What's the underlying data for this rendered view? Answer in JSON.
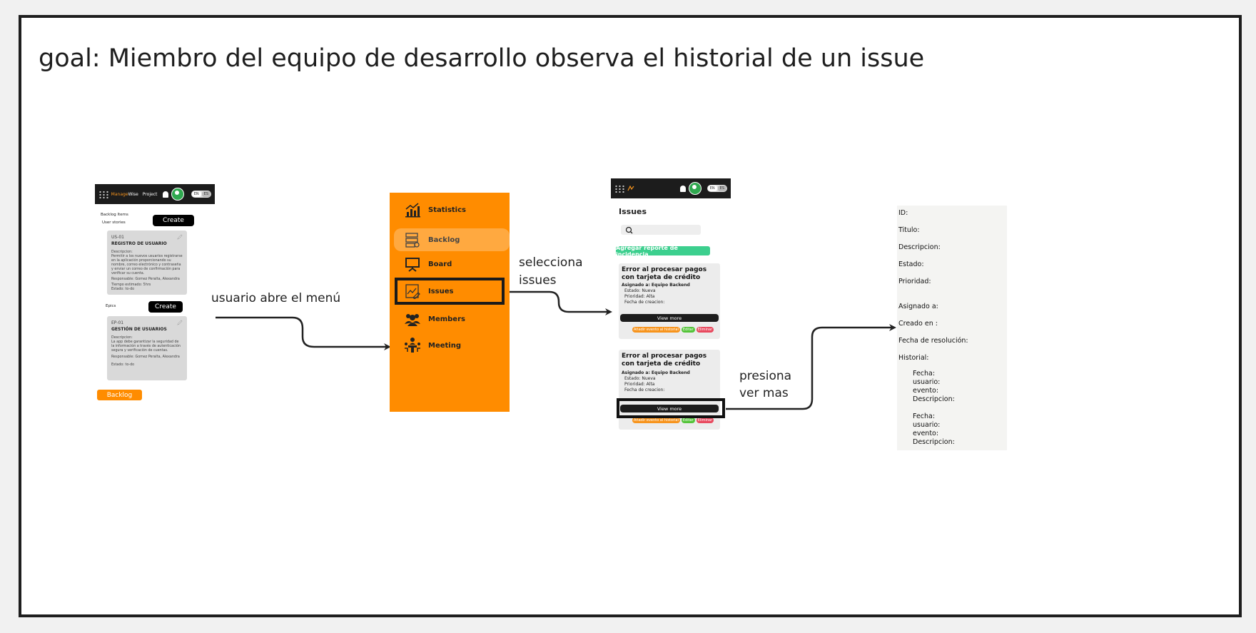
{
  "goal": "goal: Miembro del equipo de desarrollo observa el historial de un issue",
  "labels": {
    "step1": "usuario abre el menú",
    "step2": [
      "selecciona",
      "issues"
    ],
    "step3": [
      "presiona",
      "ver mas"
    ]
  },
  "screen1": {
    "brand_prefix": "Manage",
    "brand_suffix": "Wise",
    "project": "Project",
    "lang": [
      "EN",
      "ES"
    ],
    "backlog_items": "Backlog Items",
    "user_stories": "User stories",
    "create": "Create",
    "story": {
      "code": "US-01",
      "title": "REGISTRO DE USUARIO",
      "desc_label": "Descripcion:",
      "desc": "Permitir a los nuevos usuarios registrarse en la aplicación proporcionando su nombre, correo electrónico y contraseña y enviar un correo de confirmación para verificar su cuenta.",
      "owner": "Responsable: Gomez Peralta, Alexandra",
      "estimate": "Tiempo estimado: 5hrs",
      "state": "Estado: to-do"
    },
    "epics": "Epics",
    "epic": {
      "code": "EP-01",
      "title": "GESTIÓN DE USUARIOS",
      "desc_label": "Descripcion:",
      "desc": "La app debe garantizar la seguridad de la información a través de autenticación segura y verificación de cuentas.",
      "owner": "Responsable: Gomez Peralta, Alexandra",
      "state": "Estado: to-do"
    },
    "backlog_button": "Backlog"
  },
  "menu": {
    "items": [
      "Statistics",
      "Backlog",
      "Board",
      "Issues",
      "Members",
      "Meeting"
    ]
  },
  "screen3": {
    "lang": [
      "EN",
      "ES"
    ],
    "heading": "Issues",
    "add_report": "Agregar reporte de incidencia",
    "issue": {
      "title_line1": "Error al procesar pagos",
      "title_line2": "con tarjeta de crédito",
      "assigned": "Asignado a: Equipo Backend",
      "state": "Estado: Nueva",
      "priority": "Prioridad: Alta",
      "created": "Fecha de creacion:",
      "view_more": "View more",
      "add_event": "Añadir evento al historial",
      "edit": "Editar",
      "delete": "Eliminar"
    }
  },
  "history": {
    "id": "ID:",
    "title": "Titulo:",
    "description": "Descripcion:",
    "state": "Estado:",
    "priority": "Prioridad:",
    "assigned": "Asignado a:",
    "created": "Creado en :",
    "resolved": "Fecha de resolución:",
    "history": "Historial:",
    "entries": [
      {
        "date": "Fecha:",
        "user": "usuario:",
        "event": "evento:",
        "desc": "Descripcion:"
      },
      {
        "date": "Fecha:",
        "user": "usuario:",
        "event": "evento:",
        "desc": "Descripcion:"
      }
    ]
  },
  "colors": {
    "menu": "#ff8c00",
    "accent_green": "#3ccf8e",
    "edit": "#55c43a",
    "delete": "#e84a5f",
    "event": "#f7941d"
  }
}
